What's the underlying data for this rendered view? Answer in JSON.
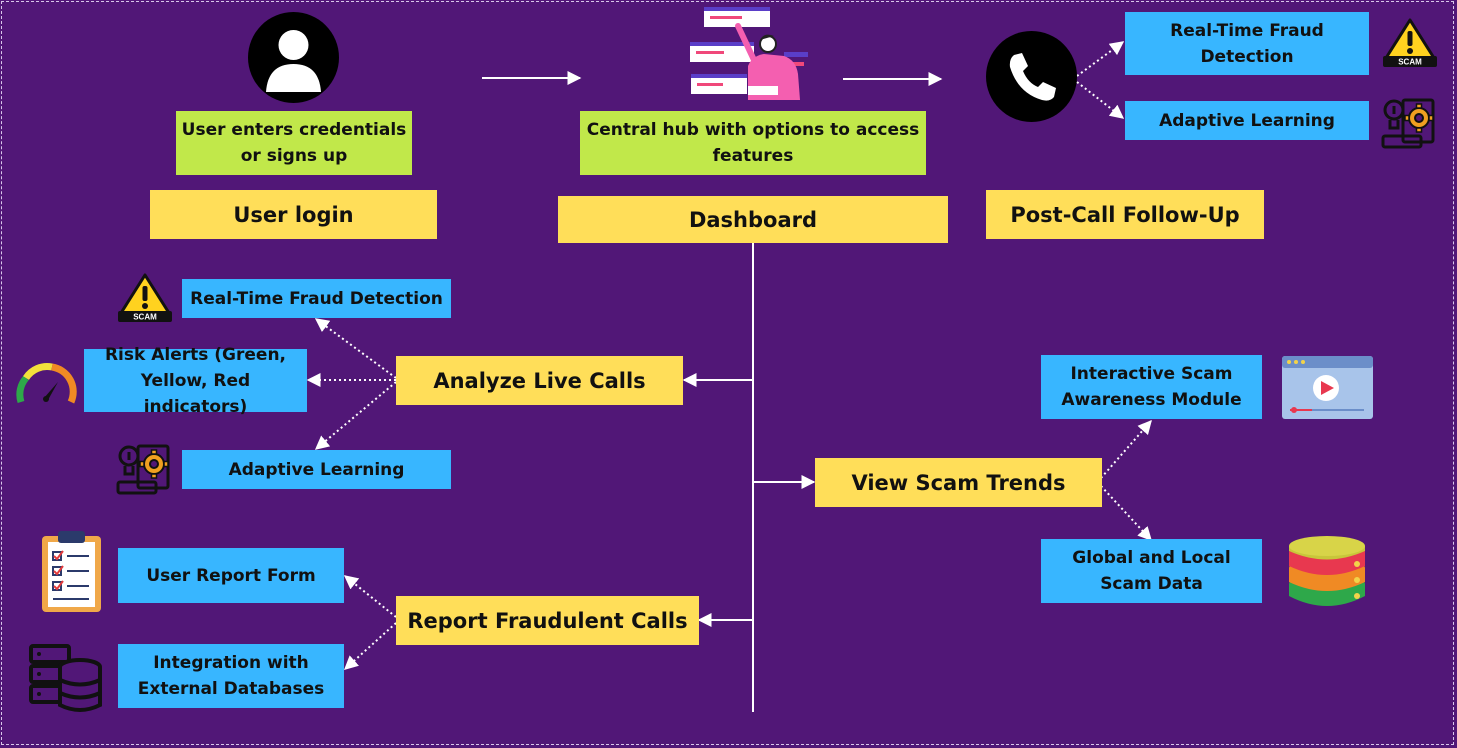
{
  "stages": {
    "login": {
      "title": "User login",
      "description": "User enters credentials or signs up"
    },
    "dashboard": {
      "title": "Dashboard",
      "description": "Central hub with options to access features"
    },
    "post_call": {
      "title": "Post-Call Follow-Up",
      "features": [
        "Real-Time Fraud Detection",
        "Adaptive Learning"
      ]
    }
  },
  "branches": {
    "analyze": {
      "title": "Analyze Live Calls",
      "features": [
        "Real-Time Fraud Detection",
        "Risk Alerts (Green, Yellow, Red indicators)",
        "Adaptive Learning"
      ]
    },
    "report": {
      "title": "Report Fraudulent Calls",
      "features": [
        "User Report Form",
        "Integration with External Databases"
      ]
    },
    "trends": {
      "title": "View Scam Trends",
      "features": [
        "Interactive Scam Awareness Module",
        "Global and Local Scam Data"
      ]
    }
  },
  "icons": {
    "scam_label": "SCAM",
    "names": [
      "user-avatar-icon",
      "dashboard-illustration",
      "phone-icon",
      "scam-warning-icon",
      "gauge-icon",
      "brain-gear-icon",
      "clipboard-checklist-icon",
      "server-database-icon",
      "video-player-icon",
      "stacked-database-icon"
    ]
  },
  "colors": {
    "background": "#511777",
    "stage_box": "#ffde59",
    "description_box": "#c1e84a",
    "feature_box": "#38b6ff",
    "connector": "#ffffff"
  }
}
